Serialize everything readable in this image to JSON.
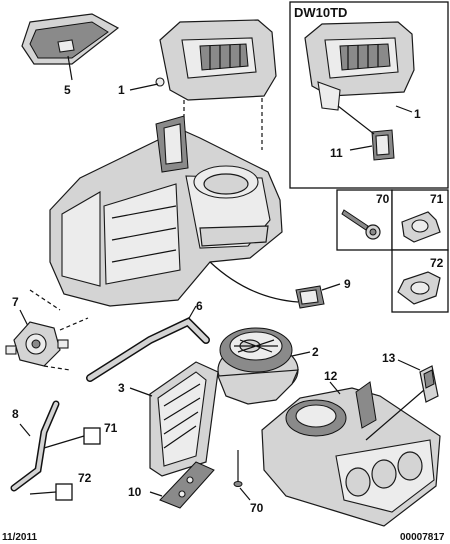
{
  "callouts": {
    "c1_main": "1",
    "c1_variant": "1",
    "c2": "2",
    "c3": "3",
    "c5": "5",
    "c6": "6",
    "c7": "7",
    "c8": "8",
    "c9": "9",
    "c10": "10",
    "c11": "11",
    "c12": "12",
    "c13": "13",
    "c70_bottom": "70",
    "c70_box": "70",
    "c71_box": "71",
    "c71_ref": "71",
    "c72_box": "72",
    "c72_ref": "72"
  },
  "variant_panel": {
    "title": "DW10TD"
  },
  "footer": {
    "date": "11/2011",
    "ref_code": "00007817"
  },
  "colors": {
    "line": "#111111",
    "part_fill": "#d4d4d4",
    "background": "#ffffff"
  }
}
